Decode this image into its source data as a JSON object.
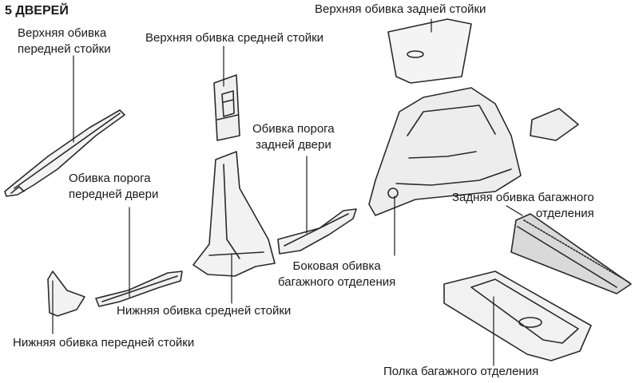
{
  "header": "5 ДВЕРЕЙ",
  "labels": {
    "front_pillar_upper": [
      "Верхняя обивка",
      "передней стойки"
    ],
    "center_pillar_upper": "Верхняя обивка средней стойки",
    "rear_pillar_upper": "Верхняя обивка задней стойки",
    "rear_door_scuff": [
      "Обивка порога",
      "задней двери"
    ],
    "front_door_scuff": [
      "Обивка порога",
      "передней двери"
    ],
    "trunk_rear_trim": [
      "Задняя обивка багажного",
      "отделения"
    ],
    "trunk_side_trim": [
      "Боковая обивка",
      "багажного отделения"
    ],
    "center_pillar_lower": "Нижняя обивка средней стойки",
    "front_pillar_lower": "Нижняя обивка передней стойки",
    "trunk_shelf": "Полка багажного отделения"
  }
}
